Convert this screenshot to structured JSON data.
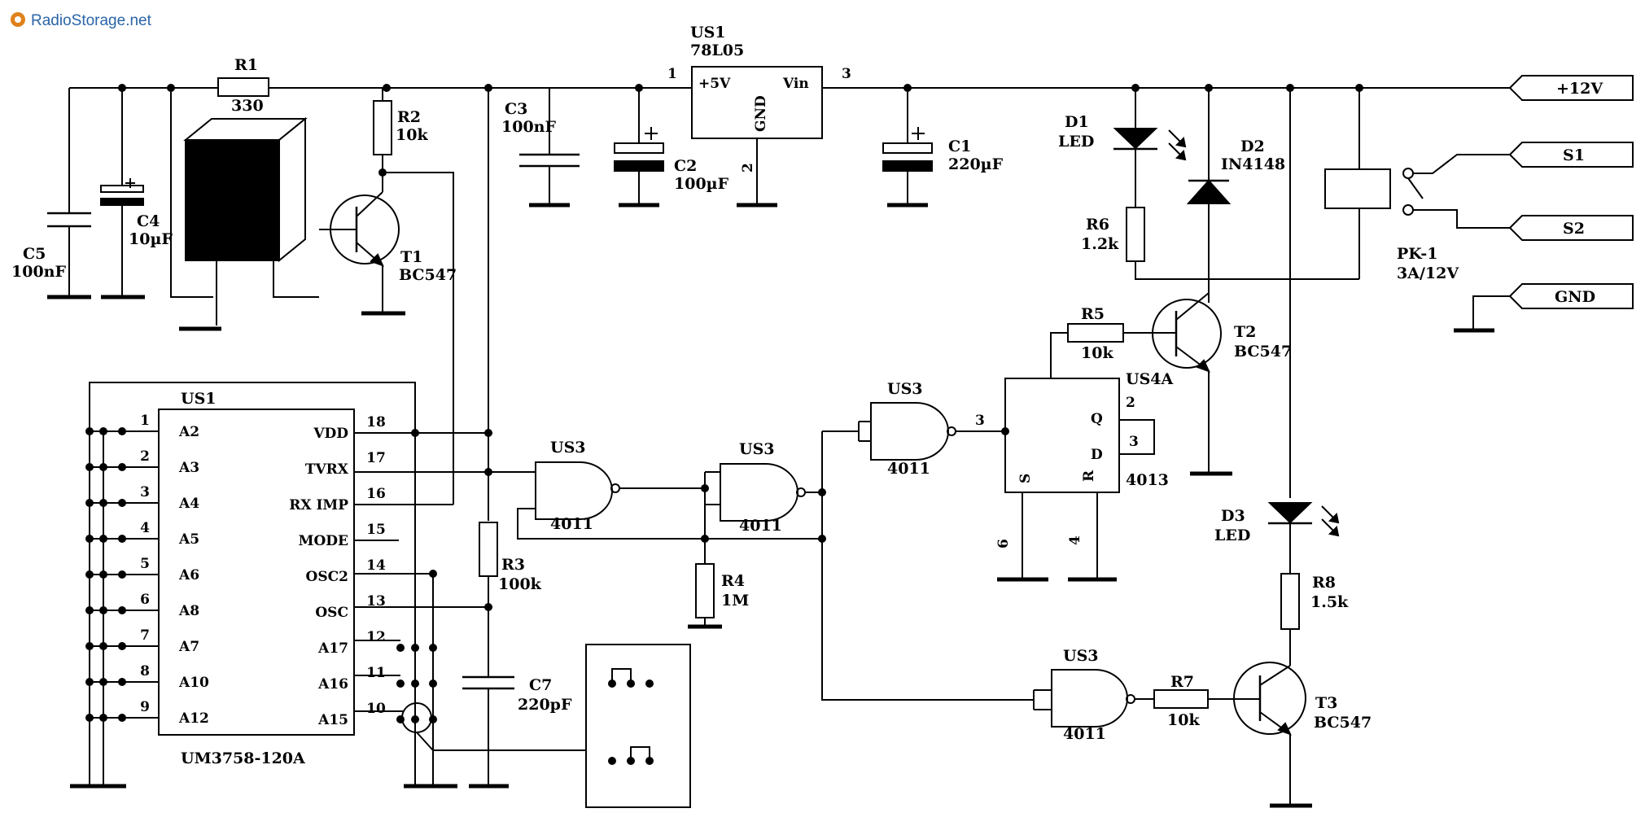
{
  "watermark": {
    "text": "RadioStorage.net",
    "color": "#e0821c",
    "text_color": "#2a64a8"
  },
  "components": {
    "r1": {
      "ref": "R1",
      "value": "330"
    },
    "r2": {
      "ref": "R2",
      "value": "10k"
    },
    "r3": {
      "ref": "R3",
      "value": "100k"
    },
    "r4": {
      "ref": "R4",
      "value": "1M"
    },
    "r5": {
      "ref": "R5",
      "value": "10k"
    },
    "r6": {
      "ref": "R6",
      "value": "1.2k"
    },
    "r7": {
      "ref": "R7",
      "value": "10k"
    },
    "r8": {
      "ref": "R8",
      "value": "1.5k"
    },
    "c1": {
      "ref": "C1",
      "value": "220µF"
    },
    "c2": {
      "ref": "C2",
      "value": "100µF"
    },
    "c3": {
      "ref": "C3",
      "value": "100nF"
    },
    "c4": {
      "ref": "C4",
      "value": "10µF"
    },
    "c5": {
      "ref": "C5",
      "value": "100nF"
    },
    "c7": {
      "ref": "C7",
      "value": "220pF"
    },
    "t1": {
      "ref": "T1",
      "value": "BC547"
    },
    "t2": {
      "ref": "T2",
      "value": "BC547"
    },
    "t3": {
      "ref": "T3",
      "value": "BC547"
    },
    "d1": {
      "ref": "D1",
      "value": "LED"
    },
    "d2": {
      "ref": "D2",
      "value": "IN4148"
    },
    "d3": {
      "ref": "D3",
      "value": "LED"
    },
    "reg": {
      "ref": "US1",
      "part": "78L05",
      "pin_in": "Vin",
      "pin_out": "+5V",
      "pin_gnd": "GND",
      "n1": "1",
      "n2": "2",
      "n3": "3"
    },
    "relay": {
      "ref": "PK-1",
      "value": "3A/12V"
    },
    "decoder": {
      "ref": "US1",
      "part": "UM3758-120A",
      "left_pins": [
        {
          "num": "1",
          "name": "A2"
        },
        {
          "num": "2",
          "name": "A3"
        },
        {
          "num": "3",
          "name": "A4"
        },
        {
          "num": "4",
          "name": "A5"
        },
        {
          "num": "5",
          "name": "A6"
        },
        {
          "num": "6",
          "name": "A8"
        },
        {
          "num": "7",
          "name": "A7"
        },
        {
          "num": "8",
          "name": "A10"
        },
        {
          "num": "9",
          "name": "A12"
        }
      ],
      "right_pins": [
        {
          "num": "18",
          "name": "VDD"
        },
        {
          "num": "17",
          "name": "TVRX"
        },
        {
          "num": "16",
          "name": "RX IMP"
        },
        {
          "num": "15",
          "name": "MODE"
        },
        {
          "num": "14",
          "name": "OSC2"
        },
        {
          "num": "13",
          "name": "OSC"
        },
        {
          "num": "12",
          "name": "A17"
        },
        {
          "num": "11",
          "name": "A16"
        },
        {
          "num": "10",
          "name": "A15"
        }
      ]
    },
    "gate1": {
      "ref": "US3",
      "part": "4011"
    },
    "gate2": {
      "ref": "US3",
      "part": "4011"
    },
    "gate3": {
      "ref": "US3",
      "part": "4011",
      "pin": "3"
    },
    "gate4": {
      "ref": "US3",
      "part": "4011"
    },
    "flipflop": {
      "ref": "US4A",
      "part": "4013",
      "q": "Q",
      "d": "D",
      "s": "S",
      "r": "R",
      "n2": "2",
      "n3": "3",
      "n4": "4",
      "n6": "6"
    }
  },
  "terminals": [
    {
      "label": "+12V"
    },
    {
      "label": "S1"
    },
    {
      "label": "S2"
    },
    {
      "label": "GND"
    }
  ]
}
